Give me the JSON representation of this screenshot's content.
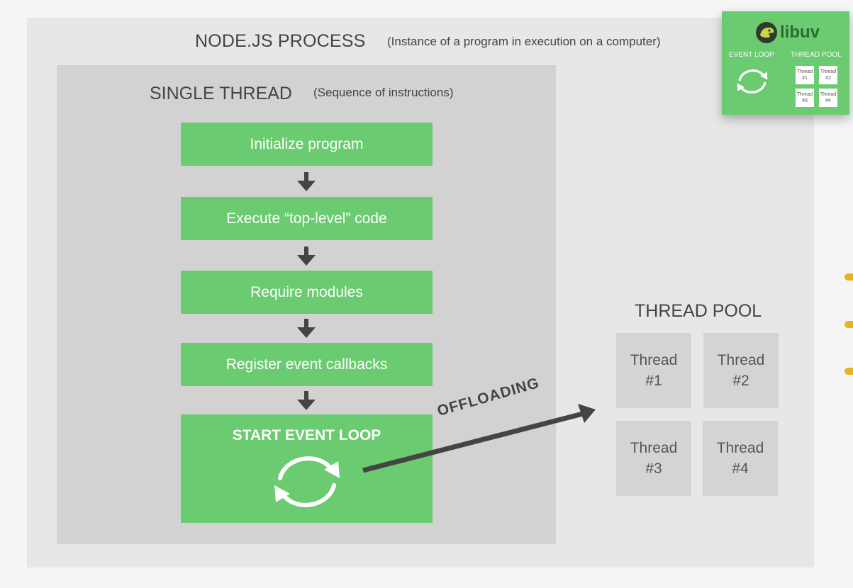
{
  "process": {
    "title": "NODE.JS PROCESS",
    "subtitle": "(Instance of a program in execution on a computer)"
  },
  "single_thread": {
    "title": "SINGLE THREAD",
    "subtitle": "(Sequence of instructions)",
    "steps": [
      "Initialize program",
      "Execute “top-level” code",
      "Require modules",
      "Register event callbacks"
    ],
    "loop_label": "START EVENT LOOP"
  },
  "offloading_label": "OFFLOADING",
  "thread_pool": {
    "title": "THREAD POOL",
    "threads": [
      {
        "word": "Thread",
        "num": "#1"
      },
      {
        "word": "Thread",
        "num": "#2"
      },
      {
        "word": "Thread",
        "num": "#3"
      },
      {
        "word": "Thread",
        "num": "#4"
      }
    ]
  },
  "libuv": {
    "name": "libuv",
    "event_loop_label": "EVENT LOOP",
    "thread_pool_label": "THREAD POOL",
    "threads": [
      {
        "word": "Thread",
        "num": "#1"
      },
      {
        "word": "Thread",
        "num": "#2"
      },
      {
        "word": "Thread",
        "num": "#3"
      },
      {
        "word": "Thread",
        "num": "#4"
      }
    ]
  },
  "colors": {
    "green": "#6bcb70",
    "arrow": "#444444"
  }
}
